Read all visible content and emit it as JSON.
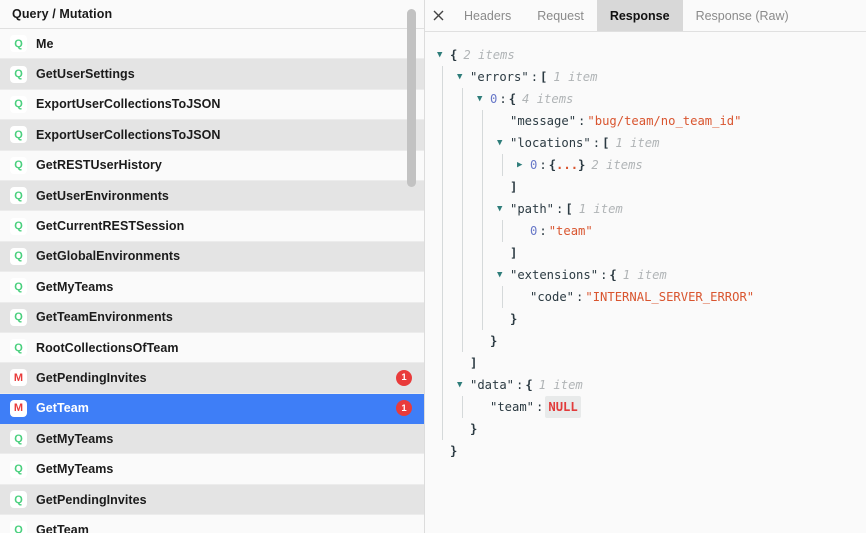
{
  "left_panel": {
    "header": "Query / Mutation",
    "scrollbar": {
      "name": "vertical-scrollbar"
    },
    "operations": [
      {
        "kind": "Q",
        "name": "Me",
        "count": ""
      },
      {
        "kind": "Q",
        "name": "GetUserSettings",
        "count": ""
      },
      {
        "kind": "Q",
        "name": "ExportUserCollectionsToJSON",
        "count": ""
      },
      {
        "kind": "Q",
        "name": "ExportUserCollectionsToJSON",
        "count": ""
      },
      {
        "kind": "Q",
        "name": "GetRESTUserHistory",
        "count": ""
      },
      {
        "kind": "Q",
        "name": "GetUserEnvironments",
        "count": ""
      },
      {
        "kind": "Q",
        "name": "GetCurrentRESTSession",
        "count": ""
      },
      {
        "kind": "Q",
        "name": "GetGlobalEnvironments",
        "count": ""
      },
      {
        "kind": "Q",
        "name": "GetMyTeams",
        "count": ""
      },
      {
        "kind": "Q",
        "name": "GetTeamEnvironments",
        "count": ""
      },
      {
        "kind": "Q",
        "name": "RootCollectionsOfTeam",
        "count": ""
      },
      {
        "kind": "M",
        "name": "GetPendingInvites",
        "count": "1"
      },
      {
        "kind": "M",
        "name": "GetTeam",
        "count": "1",
        "selected": true
      },
      {
        "kind": "Q",
        "name": "GetMyTeams",
        "count": ""
      },
      {
        "kind": "Q",
        "name": "GetMyTeams",
        "count": ""
      },
      {
        "kind": "Q",
        "name": "GetPendingInvites",
        "count": ""
      },
      {
        "kind": "Q",
        "name": "GetTeam",
        "count": ""
      }
    ]
  },
  "right_panel": {
    "close_label": "close",
    "tabs": [
      {
        "label": "Headers",
        "active": false
      },
      {
        "label": "Request",
        "active": false
      },
      {
        "label": "Response",
        "active": true
      },
      {
        "label": "Response (Raw)",
        "active": false
      }
    ],
    "response_tree": [
      {
        "depth": 0,
        "arrow": "open",
        "key": "",
        "keyType": "none",
        "value": "{",
        "valueType": "punct",
        "meta": "2 items"
      },
      {
        "depth": 1,
        "arrow": "open",
        "key": "\"errors\"",
        "keyType": "string",
        "value": "[",
        "valueType": "punct",
        "meta": "1 item"
      },
      {
        "depth": 2,
        "arrow": "open",
        "key": "0",
        "keyType": "index",
        "value": "{",
        "valueType": "punct",
        "meta": "4 items"
      },
      {
        "depth": 3,
        "arrow": "none",
        "key": "\"message\"",
        "keyType": "string",
        "value": "\"bug/team/no_team_id\"",
        "valueType": "string",
        "meta": ""
      },
      {
        "depth": 3,
        "arrow": "open",
        "key": "\"locations\"",
        "keyType": "string",
        "value": "[",
        "valueType": "punct",
        "meta": "1 item"
      },
      {
        "depth": 4,
        "arrow": "closed",
        "key": "0",
        "keyType": "index",
        "value": "{...}",
        "valueType": "collapsed",
        "meta": "2 items"
      },
      {
        "depth": 3,
        "arrow": "none",
        "key": "",
        "keyType": "none",
        "value": "]",
        "valueType": "punct",
        "meta": ""
      },
      {
        "depth": 3,
        "arrow": "open",
        "key": "\"path\"",
        "keyType": "string",
        "value": "[",
        "valueType": "punct",
        "meta": "1 item"
      },
      {
        "depth": 4,
        "arrow": "none",
        "key": "0",
        "keyType": "index",
        "value": "\"team\"",
        "valueType": "string",
        "meta": ""
      },
      {
        "depth": 3,
        "arrow": "none",
        "key": "",
        "keyType": "none",
        "value": "]",
        "valueType": "punct",
        "meta": ""
      },
      {
        "depth": 3,
        "arrow": "open",
        "key": "\"extensions\"",
        "keyType": "string",
        "value": "{",
        "valueType": "punct",
        "meta": "1 item"
      },
      {
        "depth": 4,
        "arrow": "none",
        "key": "\"code\"",
        "keyType": "string",
        "value": "\"INTERNAL_SERVER_ERROR\"",
        "valueType": "string",
        "meta": ""
      },
      {
        "depth": 3,
        "arrow": "none",
        "key": "",
        "keyType": "none",
        "value": "}",
        "valueType": "punct",
        "meta": ""
      },
      {
        "depth": 2,
        "arrow": "none",
        "key": "",
        "keyType": "none",
        "value": "}",
        "valueType": "punct",
        "meta": ""
      },
      {
        "depth": 1,
        "arrow": "none",
        "key": "",
        "keyType": "none",
        "value": "]",
        "valueType": "punct",
        "meta": ""
      },
      {
        "depth": 1,
        "arrow": "open",
        "key": "\"data\"",
        "keyType": "string",
        "value": "{",
        "valueType": "punct",
        "meta": "1 item"
      },
      {
        "depth": 2,
        "arrow": "none",
        "key": "\"team\"",
        "keyType": "string",
        "value": "NULL",
        "valueType": "null",
        "meta": ""
      },
      {
        "depth": 1,
        "arrow": "none",
        "key": "",
        "keyType": "none",
        "value": "}",
        "valueType": "punct",
        "meta": ""
      },
      {
        "depth": 0,
        "arrow": "none",
        "key": "",
        "keyType": "none",
        "value": "}",
        "valueType": "punct",
        "meta": ""
      }
    ]
  },
  "colors": {
    "selection_blue": "#3e7ef7",
    "badge_red": "#e93b3b",
    "query_green": "#4ad07e",
    "string_orange": "#d9552f",
    "index_purple": "#6878c8",
    "arrow_teal": "#2e7d7a"
  }
}
